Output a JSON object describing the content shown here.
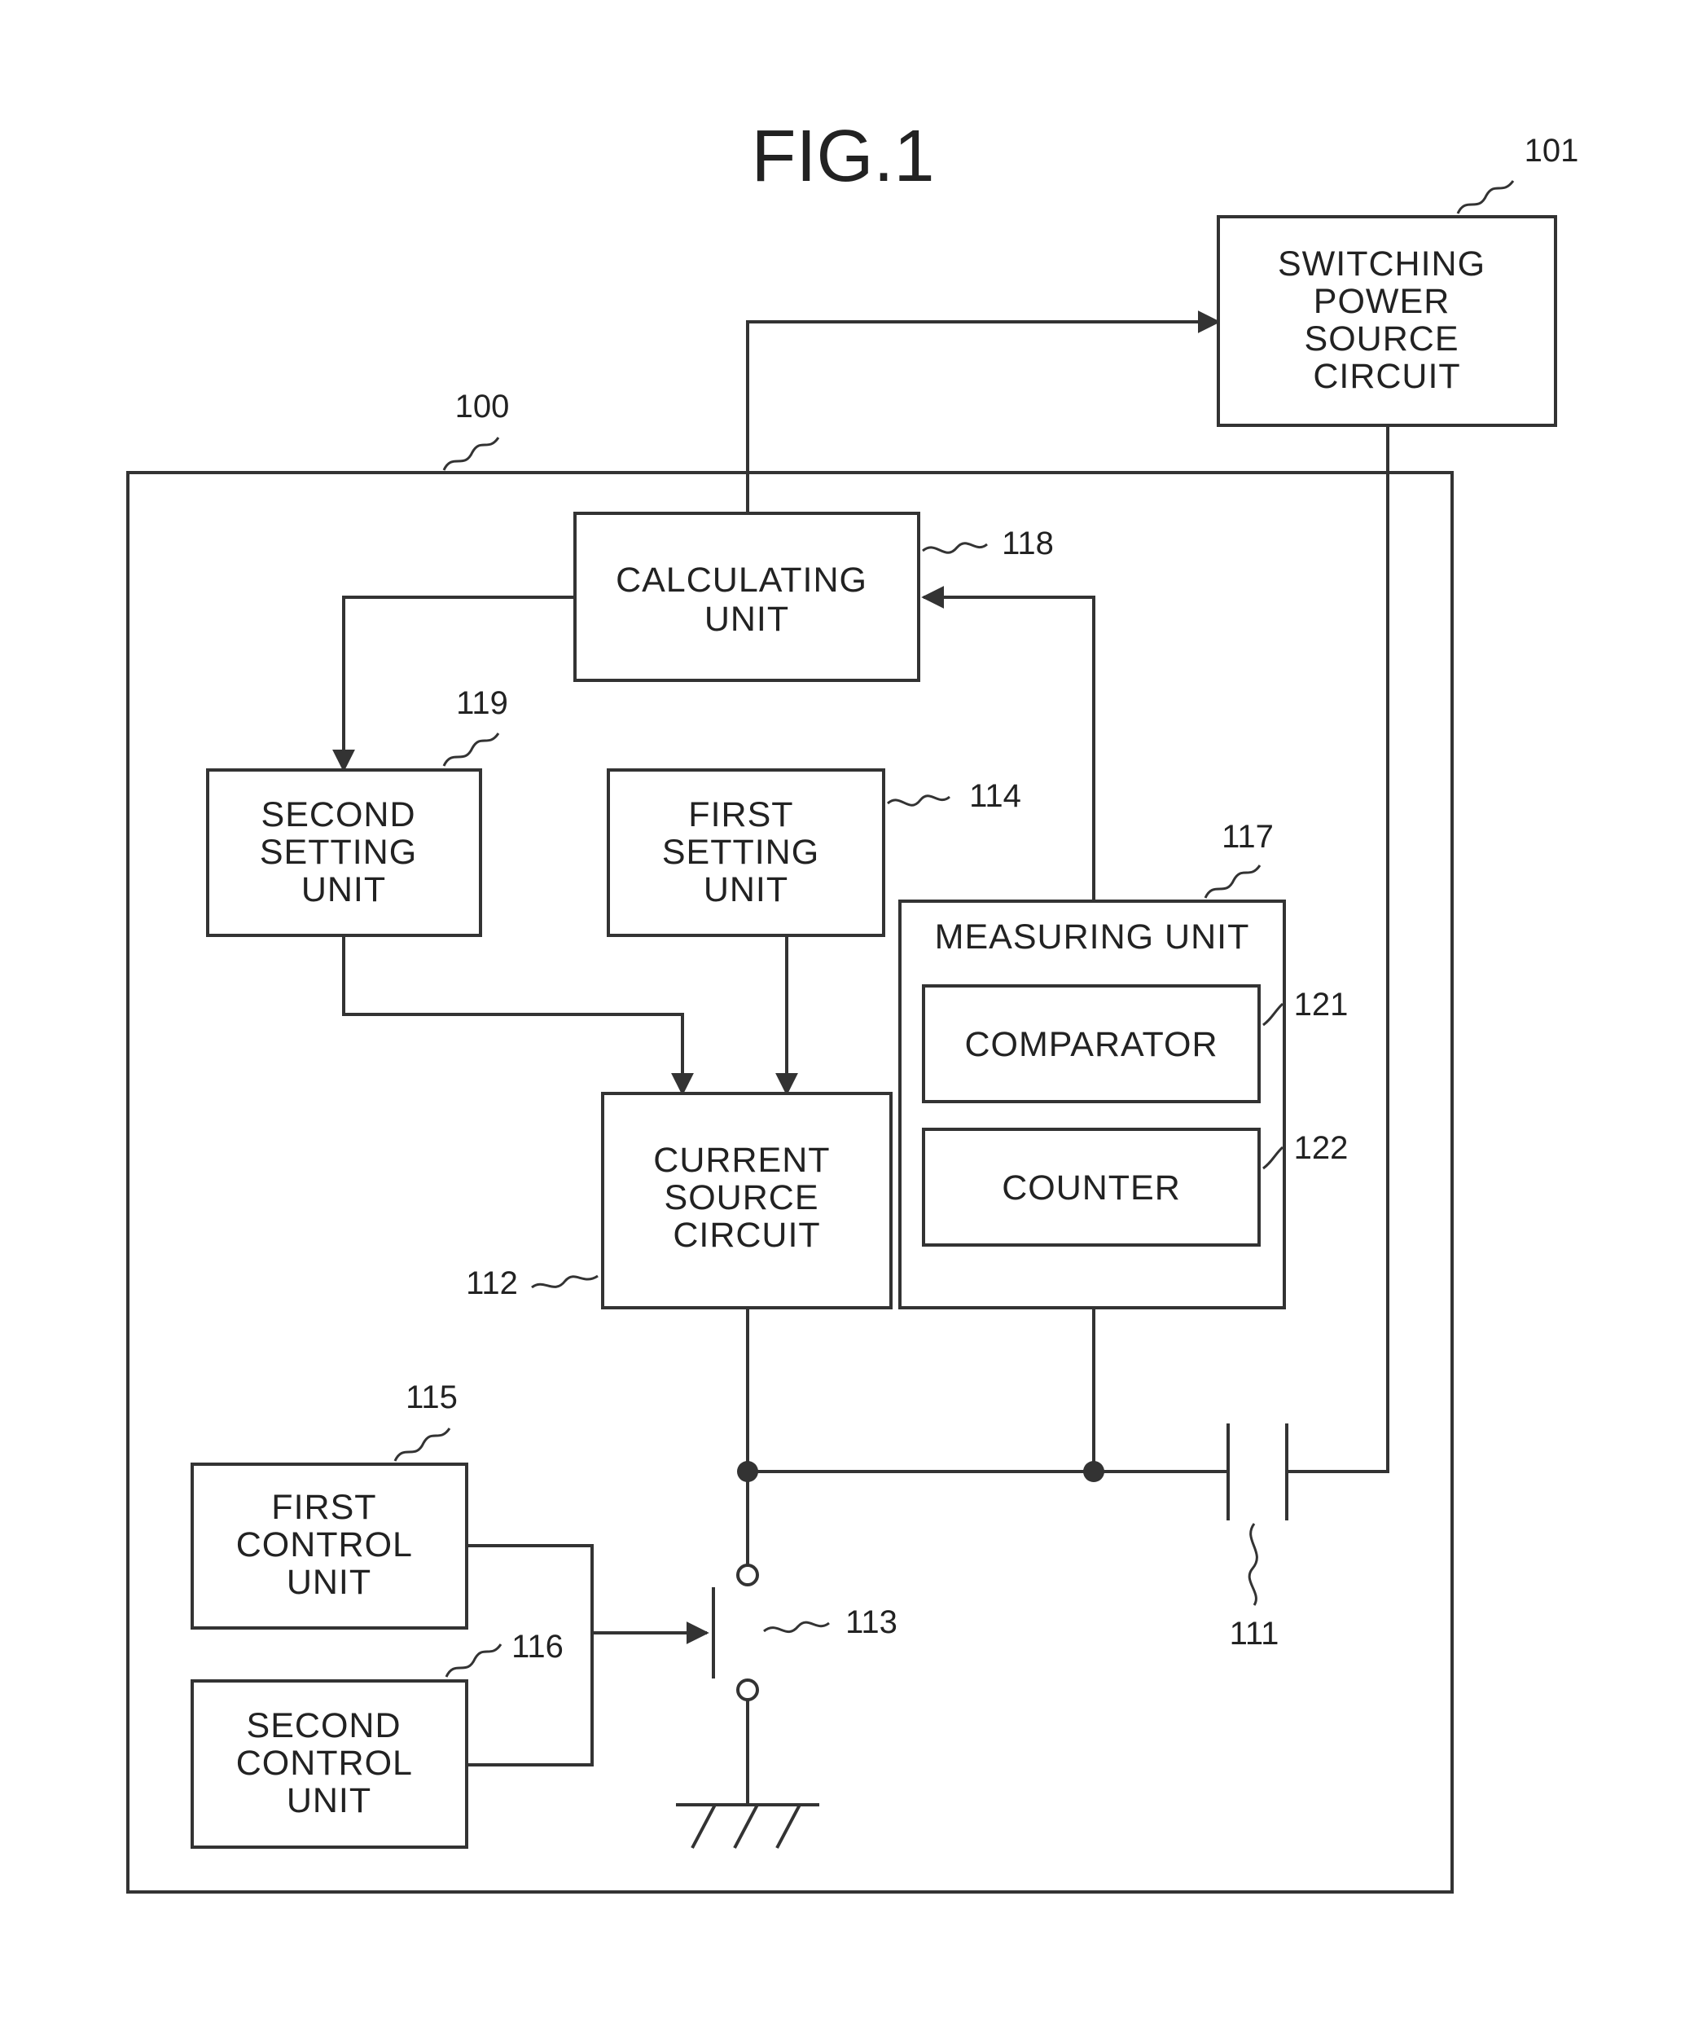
{
  "figure": {
    "title": "FIG.1"
  },
  "refs": {
    "r100": "100",
    "r101": "101",
    "r111": "111",
    "r112": "112",
    "r113": "113",
    "r114": "114",
    "r115": "115",
    "r116": "116",
    "r117": "117",
    "r118": "118",
    "r119": "119",
    "r121": "121",
    "r122": "122"
  },
  "blocks": {
    "switching_power_source": [
      "SWITCHING",
      "POWER",
      "SOURCE",
      "CIRCUIT"
    ],
    "calculating_unit": [
      "CALCULATING",
      "UNIT"
    ],
    "second_setting_unit": [
      "SECOND",
      "SETTING",
      "UNIT"
    ],
    "first_setting_unit": [
      "FIRST",
      "SETTING",
      "UNIT"
    ],
    "measuring_unit": "MEASURING UNIT",
    "comparator": "COMPARATOR",
    "counter": "COUNTER",
    "current_source_circuit": [
      "CURRENT",
      "SOURCE",
      "CIRCUIT"
    ],
    "first_control_unit": [
      "FIRST",
      "CONTROL",
      "UNIT"
    ],
    "second_control_unit": [
      "SECOND",
      "CONTROL",
      "UNIT"
    ]
  }
}
